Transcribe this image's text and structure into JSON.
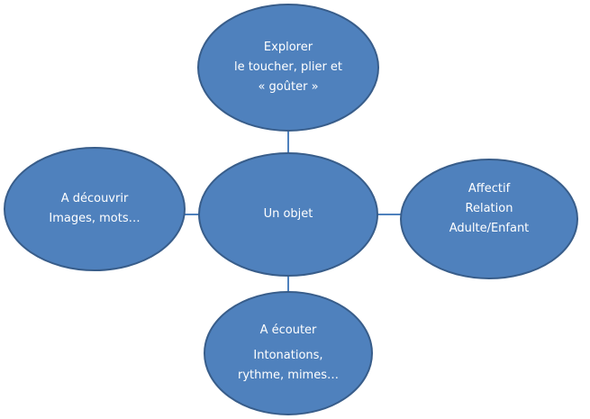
{
  "diagram": {
    "fill_color": "#4f81bd",
    "stroke_color": "#385d8a",
    "center": {
      "lines": [
        "Un objet"
      ]
    },
    "top": {
      "lines": [
        "Explorer",
        "le toucher, plier et",
        "« goûter »"
      ]
    },
    "left": {
      "lines": [
        "A découvrir",
        "Images, mots…"
      ]
    },
    "right": {
      "lines": [
        "Affectif",
        "Relation",
        "Adulte/Enfant"
      ]
    },
    "bottom": {
      "title": "A écouter",
      "lines": [
        "Intonations,",
        "rythme, mimes…"
      ]
    }
  }
}
